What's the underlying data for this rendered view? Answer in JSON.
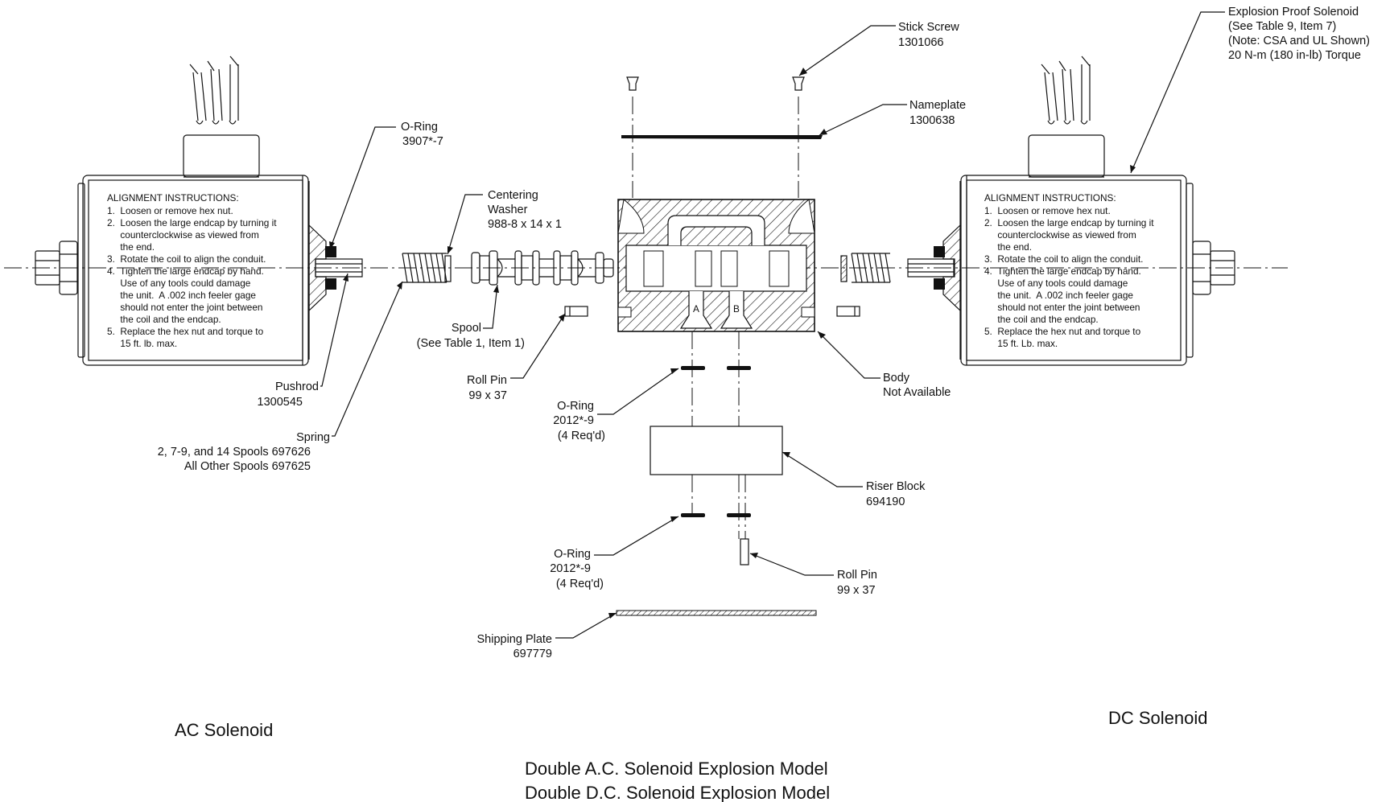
{
  "callouts": {
    "stick_screw": {
      "name": "Stick Screw",
      "num": "1301066"
    },
    "nameplate": {
      "name": "Nameplate",
      "num": "1300638"
    },
    "explosion_solenoid": {
      "l1": "Explosion Proof Solenoid",
      "l2": "(See Table 9, Item 7)",
      "l3": "(Note:  CSA and UL Shown)",
      "l4": "20 N-m (180 in-lb) Torque"
    },
    "o_ring_top": {
      "name": "O-Ring",
      "num": "3907*-7"
    },
    "centering_washer": {
      "l1": "Centering",
      "l2": "Washer",
      "l3": "988-8 x 14 x 1"
    },
    "spool": {
      "name": "Spool",
      "ref": "(See Table 1, Item 1)"
    },
    "pushrod": {
      "name": "Pushrod",
      "num": "1300545"
    },
    "spring": {
      "name": "Spring",
      "l2": "2, 7-9, and 14 Spools 697626",
      "l3": "All Other Spools 697625"
    },
    "roll_pin_left": {
      "name": "Roll Pin",
      "num": "99 x 37"
    },
    "o_ring_mid": {
      "name": "O-Ring",
      "num": "2012*-9",
      "req": "(4 Req'd)"
    },
    "body": {
      "name": "Body",
      "num": "Not Available"
    },
    "riser_block": {
      "name": "Riser Block",
      "num": "694190"
    },
    "o_ring_low": {
      "name": "O-Ring",
      "num": "2012*-9",
      "req": "(4 Req'd)"
    },
    "roll_pin_right": {
      "name": "Roll Pin",
      "num": "99 x 37"
    },
    "shipping_plate": {
      "name": "Shipping Plate",
      "num": "697779"
    }
  },
  "port_labels": {
    "a": "A",
    "b": "B"
  },
  "alignment": {
    "title": "ALIGNMENT INSTRUCTIONS:",
    "left_lines": [
      "1.  Loosen or remove hex nut.",
      "2.  Loosen the large endcap by turning it",
      "     counterclockwise as viewed from",
      "     the end.",
      "3.  Rotate the coil to align the conduit.",
      "4.  Tighten the large endcap by hand.",
      "     Use of any tools could damage",
      "     the unit.  A .002 inch feeler gage",
      "     should not enter the joint between",
      "     the coil and the endcap.",
      "5.  Replace the hex nut and torque to",
      "     15 ft. lb. max."
    ],
    "right_lines": [
      "1.  Loosen or remove hex nut.",
      "2.  Loosen the large endcap by turning it",
      "     counterclockwise as viewed from",
      "     the end.",
      "3.  Rotate the coil to align the conduit.",
      "4.  Tighten the large endcap by hand.",
      "     Use of any tools could damage",
      "     the unit.  A .002 inch feeler gage",
      "     should not enter the joint between",
      "     the coil and the endcap.",
      "5.  Replace the hex nut and torque to",
      "     15 ft. Lb. max."
    ]
  },
  "captions": {
    "ac": "AC Solenoid",
    "dc": "DC Solenoid",
    "model_1": "Double A.C. Solenoid Explosion Model",
    "model_2": "Double D.C. Solenoid Explosion Model"
  }
}
